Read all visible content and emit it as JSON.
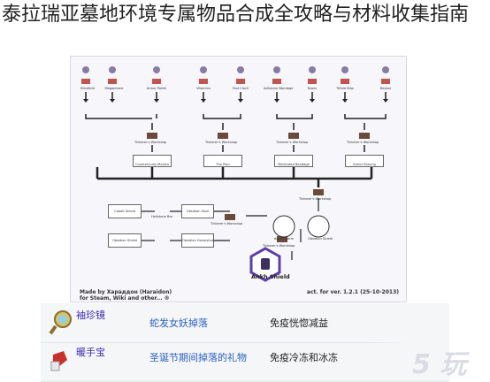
{
  "page": {
    "title": "泰拉瑞亚墓地环境专属物品合成全攻略与材料收集指南"
  },
  "diagram": {
    "top_row_labels": [
      "Blindfold",
      "Megaphone",
      "Armor Polish",
      "Vitamins",
      "Fast Clock",
      "Adhesive Bandage",
      "Nazar",
      "Trifold Map",
      "Bezoar"
    ],
    "pair_labels": [
      "Countercurse Mantra",
      "The Plan",
      "Medicated Bandage",
      "Armor Bracing"
    ],
    "workshop_label": "Tinkerer's Workshop",
    "left_boxes": [
      "Cobalt Shield",
      "Obsidian Skull",
      "Obsidian Shield",
      "Obsidian Horseshoe"
    ],
    "small_labels": [
      "Hellstone Bar",
      "Ankh Charm",
      "Obsidian Shield"
    ],
    "ankh_label": "Ankh Shield",
    "credit_lines": [
      "Made by Хараддон (Haraidon)",
      "for Steam, Wiki and other... ®"
    ],
    "version": "act. for ver. 1.2.1 (25-10-2013)"
  },
  "table": {
    "rows": [
      {
        "icon": "mirror-icon",
        "name": "袖珍镜",
        "source": "蛇发女妖掉落",
        "effect": "免疫恍惚减益"
      },
      {
        "icon": "hand-warmer-icon",
        "name": "暖手宝",
        "source": "圣诞节期间掉落的礼物",
        "effect": "免疫冷冻和冰冻"
      }
    ]
  },
  "watermark": {
    "text": "5 玩"
  },
  "colors": {
    "accent_purple": "#3b2bb5",
    "link_blue": "#2b60c4",
    "ankh_purple": "#5b3fa6"
  }
}
